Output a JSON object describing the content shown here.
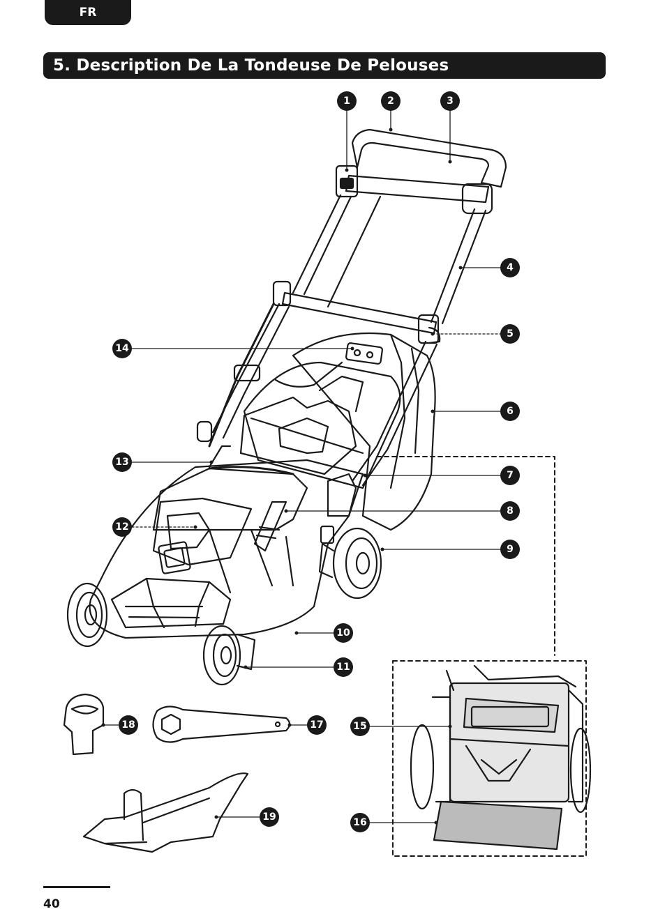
{
  "header": {
    "language": "FR"
  },
  "section": {
    "title": "5. Description De La Tondeuse De Pelouses"
  },
  "callouts": [
    "1",
    "2",
    "3",
    "4",
    "5",
    "6",
    "7",
    "8",
    "9",
    "10",
    "11",
    "12",
    "13",
    "14",
    "15",
    "16",
    "17",
    "18",
    "19"
  ],
  "footer": {
    "page_number": "40"
  }
}
